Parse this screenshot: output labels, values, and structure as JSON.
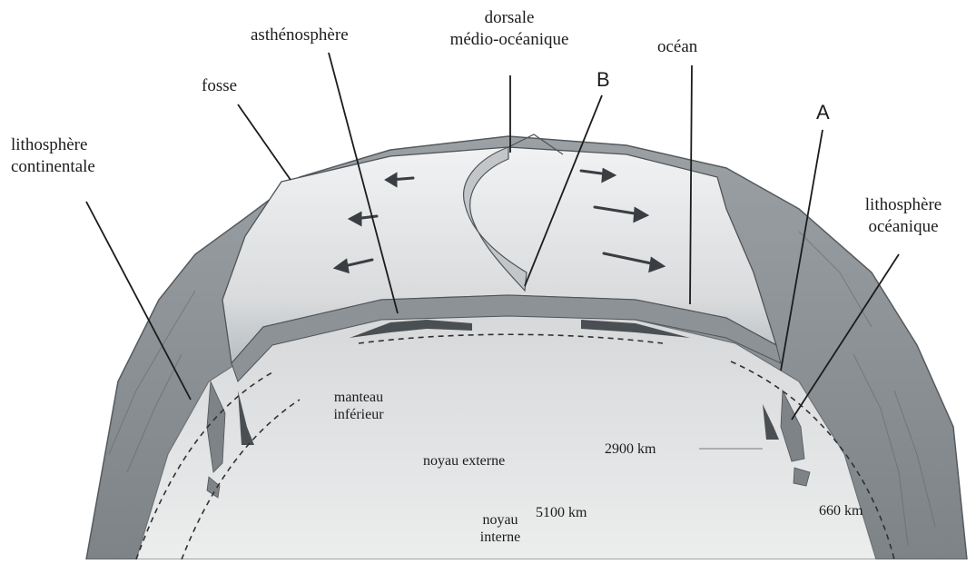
{
  "labels": {
    "lithosphere_continentale": [
      "lithosphère",
      "continentale"
    ],
    "fosse": "fosse",
    "asthenosphere": "asthénosphère",
    "dorsale": [
      "dorsale",
      "médio-océanique"
    ],
    "B": "B",
    "ocean": "océan",
    "A": "A",
    "lithosphere_oceanique": [
      "lithosphère",
      "océanique"
    ],
    "manteau_inferieur": [
      "manteau",
      "inférieur"
    ],
    "noyau_externe": "noyau externe",
    "depth_2900": "2900 km",
    "depth_5100": "5100 km",
    "depth_660": "660 km",
    "noyau_interne": [
      "noyau",
      "interne"
    ]
  },
  "colors": {
    "ink": "#1c1c1c",
    "crust_dark": "#8a8f93",
    "crust_light": "#c9ccce",
    "slab_face": "#dfe1e2",
    "mantle": "#e6e7e8"
  }
}
